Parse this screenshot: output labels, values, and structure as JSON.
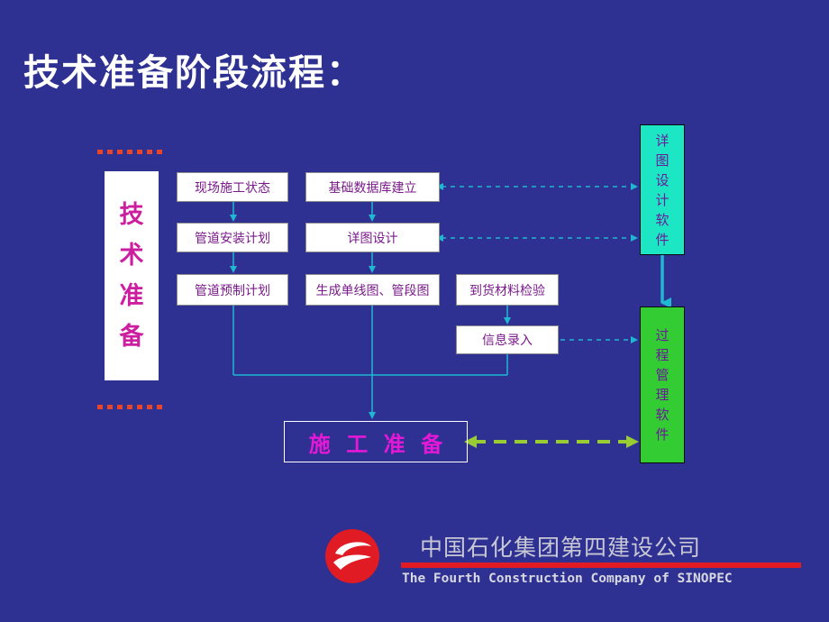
{
  "title": "技术准备阶段流程：",
  "side_label": [
    "技",
    "术",
    "准",
    "备"
  ],
  "boxes": {
    "site_status": "现场施工状态",
    "pipe_install_plan": "管道安装计划",
    "pipe_prefab_plan": "管道预制计划",
    "database_build": "基础数据库建立",
    "detail_design": "详图设计",
    "gen_drawings": "生成单线图、管段图",
    "material_inspect": "到货材料检验",
    "info_entry": "信息录入"
  },
  "software": {
    "detail_software": [
      "详",
      "图",
      "设",
      "计",
      "软",
      "件"
    ],
    "process_software": [
      "过",
      "程",
      "管",
      "理",
      "软",
      "件"
    ]
  },
  "construction_prep": [
    "施",
    "工",
    "准",
    "备"
  ],
  "footer": {
    "company_cn": "中国石化集团第四建设公司",
    "company_en": "The Fourth Construction Company of SINOPEC"
  },
  "colors": {
    "background": "#2e3192",
    "detail_software_fill": "#1de6c4",
    "process_software_fill": "#33cc33",
    "arrow_cyan": "#1fb8d0",
    "arrow_green": "#99cc33",
    "footer_red": "#e01b24"
  }
}
